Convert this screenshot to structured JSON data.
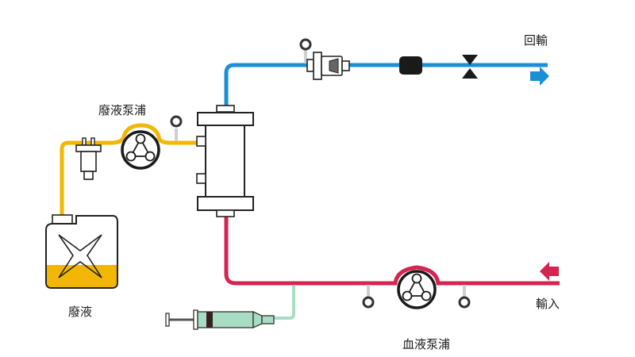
{
  "diagram": {
    "title": "",
    "labels": {
      "waste_pump": "廢液泵浦",
      "waste": "廢液",
      "return": "回輸",
      "input": "輸入",
      "blood_pump": "血液泵浦"
    },
    "colors": {
      "return_line": "#1a8fd6",
      "blood_line": "#d7234f",
      "waste_line": "#f2b705",
      "anticoag_line": "#a9dcc4",
      "syringe_fill": "#a9dcc4",
      "outline": "#222222",
      "waste_fill": "#f2b705"
    },
    "components": [
      {
        "id": "filter",
        "name": "hemofilter"
      },
      {
        "id": "blood-pump",
        "name": "blood pump",
        "label_key": "blood_pump"
      },
      {
        "id": "waste-pump",
        "name": "waste pump",
        "label_key": "waste_pump"
      },
      {
        "id": "waste-container",
        "name": "waste container",
        "label_key": "waste"
      },
      {
        "id": "syringe",
        "name": "anticoagulant syringe"
      },
      {
        "id": "air-trap",
        "name": "air trap / drip chamber"
      },
      {
        "id": "clamp",
        "name": "clamp"
      },
      {
        "id": "bubble-detector",
        "name": "air bubble detector"
      },
      {
        "id": "pressure-sensors",
        "name": "pressure sensors"
      }
    ],
    "flows": [
      {
        "from": "input",
        "to": "filter",
        "line": "blood_line"
      },
      {
        "from": "filter",
        "to": "return",
        "line": "return_line"
      },
      {
        "from": "filter",
        "to": "waste-container",
        "line": "waste_line"
      },
      {
        "from": "syringe",
        "to": "blood line",
        "line": "anticoag_line"
      }
    ]
  }
}
